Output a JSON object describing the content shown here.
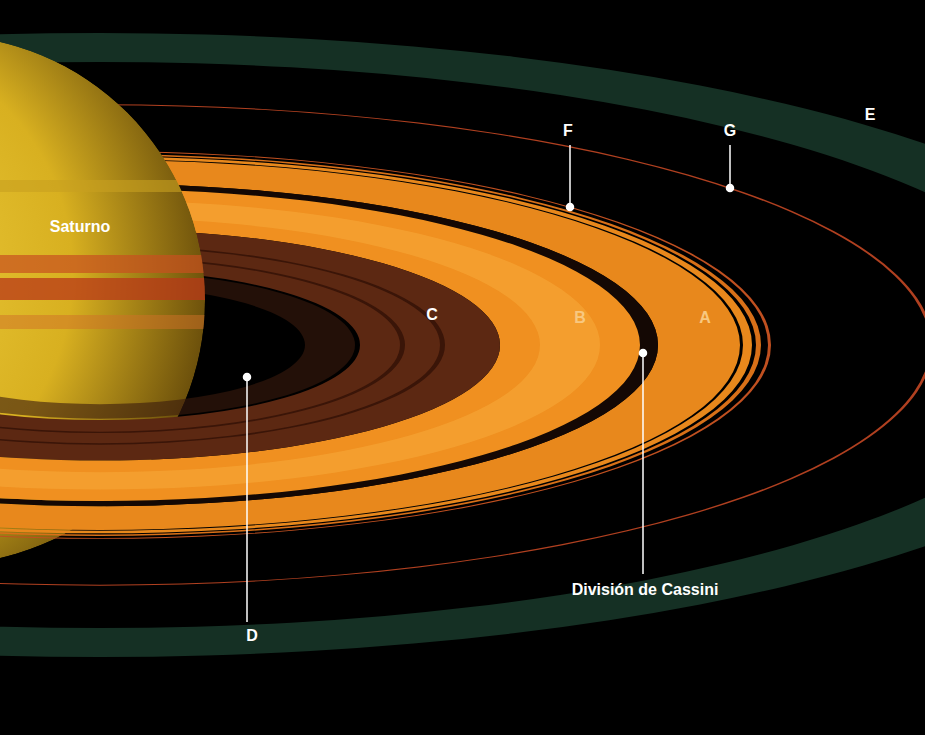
{
  "diagram": {
    "labels": [
      "Saturno",
      "C",
      "B",
      "A",
      "F",
      "G",
      "E",
      "D",
      "División de Cassini"
    ]
  }
}
